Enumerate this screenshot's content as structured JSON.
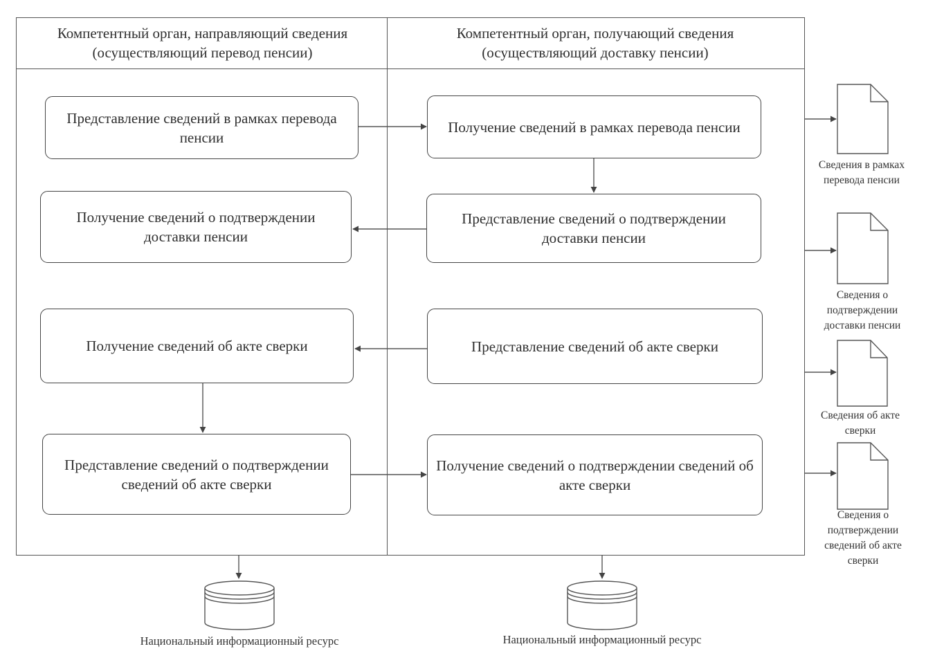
{
  "lanes": {
    "left_header": "Компетентный орган, направляющий сведения (осуществляющий перевод пенсии)",
    "right_header": "Компетентный орган, получающий сведения (осуществляющий доставку пенсии)"
  },
  "boxes": {
    "l1": "Представление сведений в рамках перевода пенсии",
    "r1": "Получение сведений в рамках перевода пенсии",
    "l2": "Получение сведений о подтверждении доставки пенсии",
    "r2": "Представление сведений о подтверждении доставки пенсии",
    "l3": "Получение сведений об акте сверки",
    "r3": "Представление сведений об акте сверки",
    "l4": "Представление сведений о подтверждении сведений об акте сверки",
    "r4": "Получение сведений о подтверждении сведений об акте сверки"
  },
  "documents": {
    "d1": "Сведения в рамках перевода пенсии",
    "d2": "Сведения о подтверждении доставки пенсии",
    "d3": "Сведения об акте сверки",
    "d4": "Сведения о подтверждении сведений об акте сверки"
  },
  "databases": {
    "left": "Национальный информационный ресурс",
    "right": "Национальный информационный ресурс"
  }
}
